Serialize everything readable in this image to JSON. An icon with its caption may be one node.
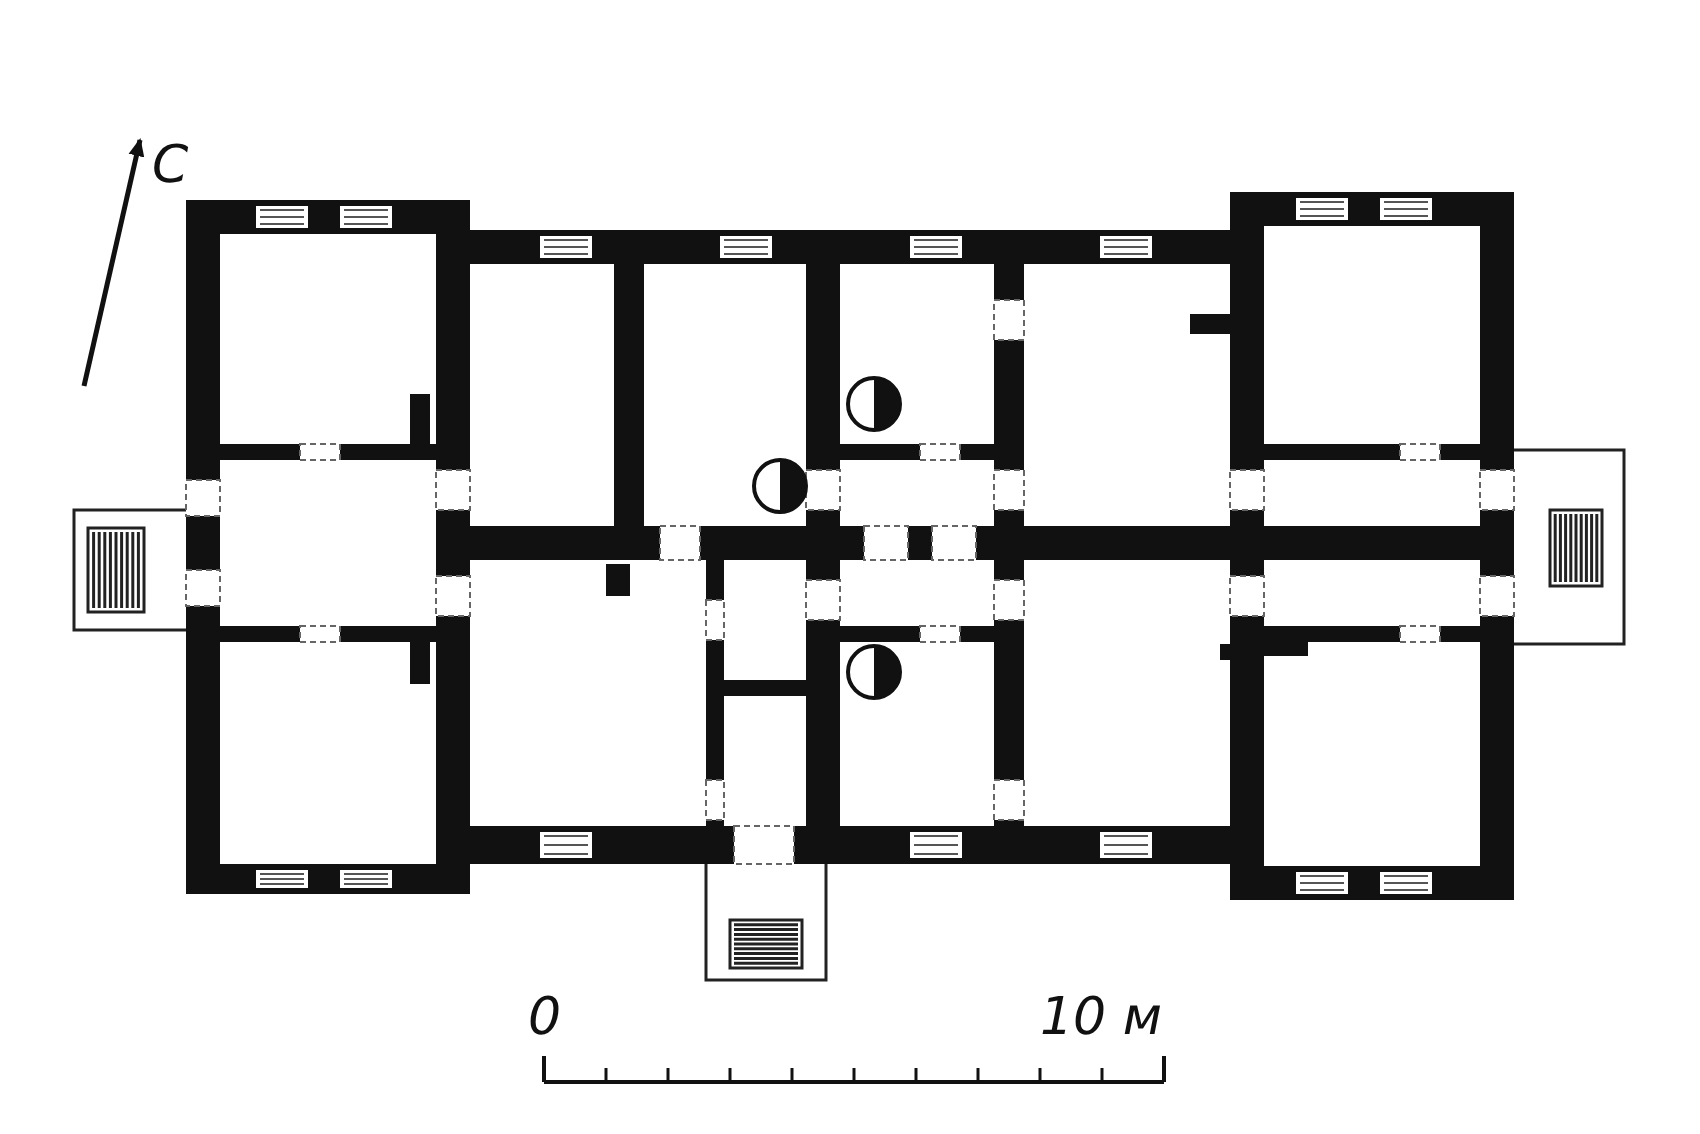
{
  "diagram": {
    "labels": [
      "С",
      "0",
      "10 м"
    ]
  }
}
